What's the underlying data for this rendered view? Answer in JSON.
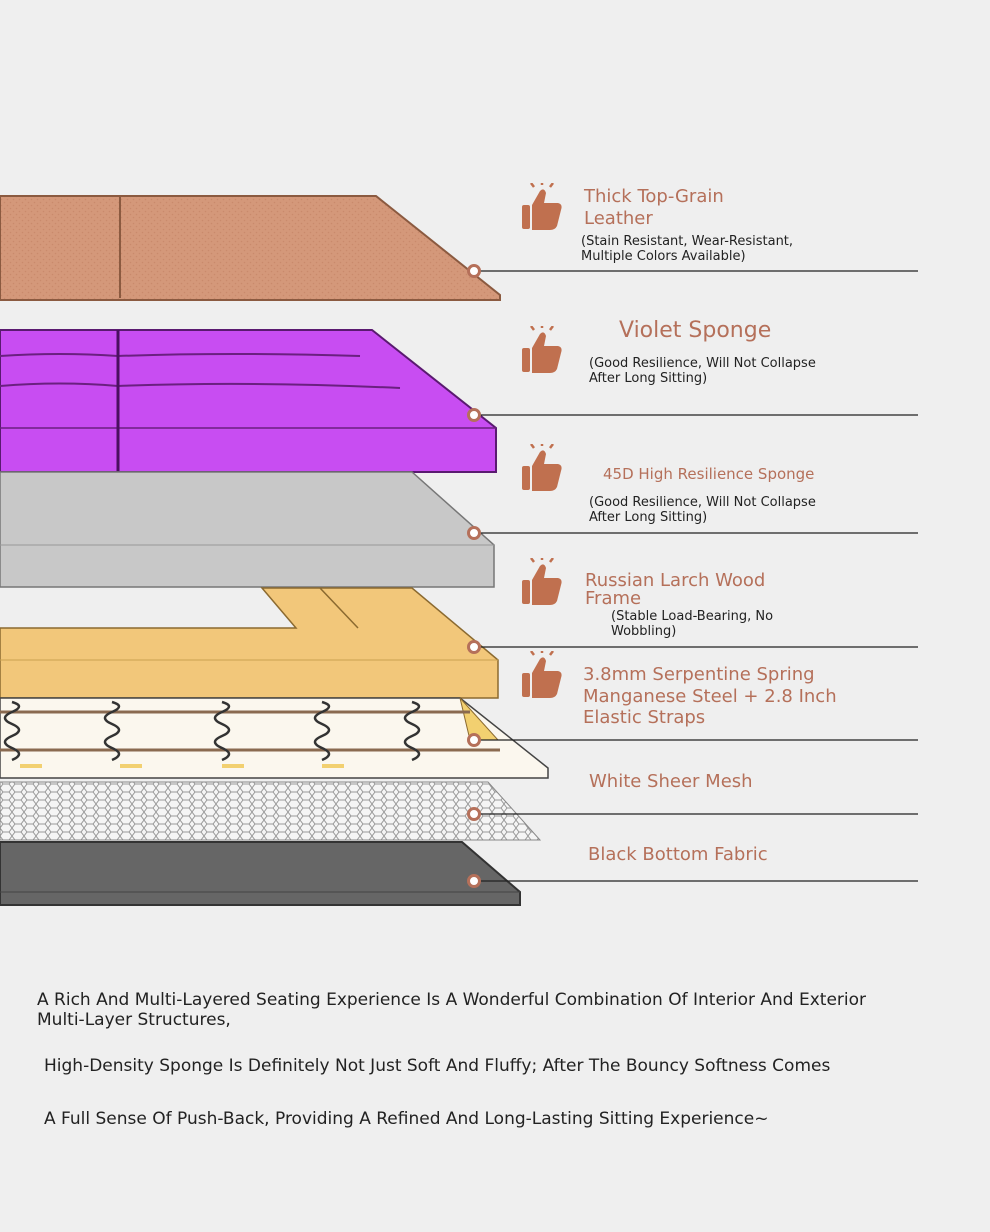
{
  "layers": [
    {
      "title": "Thick Top-Grain\nLeather",
      "subtitle": "(Stain Resistant, Wear-Resistant,\nMultiple Colors Available)",
      "color": "#d4987a",
      "icon": "thumbs-up-icon"
    },
    {
      "title": "Violet Sponge",
      "subtitle": "(Good Resilience, Will Not Collapse\nAfter Long Sitting)",
      "color": "#c84df2",
      "icon": "thumbs-up-icon"
    },
    {
      "title": "45D High Resilience Sponge",
      "subtitle": "(Good Resilience, Will Not Collapse\nAfter Long Sitting)",
      "color": "#c8c8c8",
      "icon": "thumbs-up-icon"
    },
    {
      "title": "Russian Larch Wood\nFrame",
      "subtitle": "(Stable Load-Bearing, No\nWobbling)",
      "color": "#f2c77a",
      "icon": "thumbs-up-icon"
    },
    {
      "title": "3.8mm Serpentine Spring\nManganese Steel + 2.8 Inch\nElastic Straps",
      "subtitle": "",
      "color": "#fbf7ee",
      "icon": "thumbs-up-icon"
    },
    {
      "title": "White Sheer Mesh",
      "subtitle": "",
      "color": "#f7f7f7",
      "icon": ""
    },
    {
      "title": "Black Bottom Fabric",
      "subtitle": "",
      "color": "#666666",
      "icon": ""
    }
  ],
  "description": {
    "line1": "A Rich And Multi-Layered Seating Experience Is A Wonderful Combination Of Interior And Exterior\nMulti-Layer Structures,",
    "line2": "High-Density Sponge Is Definitely Not Just Soft And Fluffy; After The Bouncy Softness Comes",
    "line3": "A Full Sense Of Push-Back, Providing A Refined And Long-Lasting Sitting Experience~"
  },
  "colors": {
    "accent": "#b5705a",
    "line": "#222222"
  }
}
